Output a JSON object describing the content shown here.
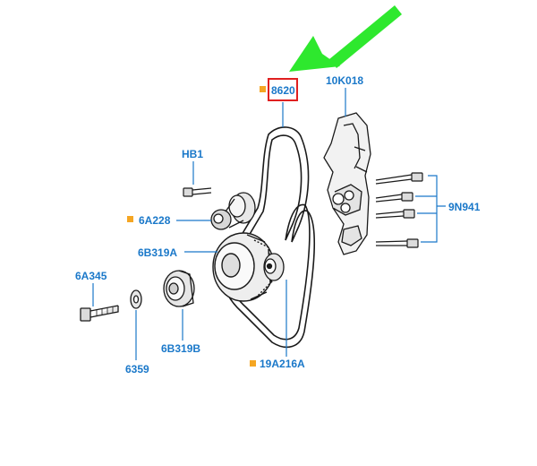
{
  "diagram": {
    "callouts": {
      "belt": "8620",
      "bracket": "10K018",
      "bolt_small": "HB1",
      "tensioner": "6A228",
      "pulley_large": "6B319A",
      "bolt_long": "6A345",
      "washer": "6359",
      "damper": "6B319B",
      "idler": "19A216A",
      "bracket_bolts": "9N941"
    },
    "colors": {
      "callout_text": "#1a78c9",
      "marker": "#f5a623",
      "highlight_box": "#e02020",
      "arrow": "#2ee82e",
      "line_art": "#1a1a1a"
    }
  }
}
